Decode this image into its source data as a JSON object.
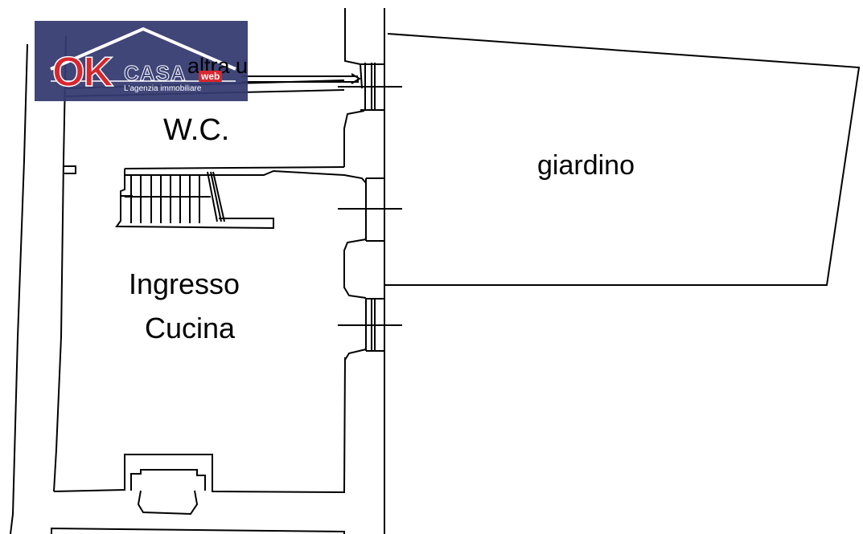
{
  "rooms": {
    "wc": "W.C.",
    "ingresso": "Ingresso",
    "cucina": "Cucina",
    "giardino": "giardino",
    "altra_unita": "altra unita'"
  },
  "logo": {
    "ok": "OK",
    "casa": "CASA",
    "web": "web",
    "tagline": "L'agenzia immobiliare",
    "colors": {
      "banner": "#343a70",
      "accent": "#d8262e",
      "text": "#ffffff"
    }
  }
}
